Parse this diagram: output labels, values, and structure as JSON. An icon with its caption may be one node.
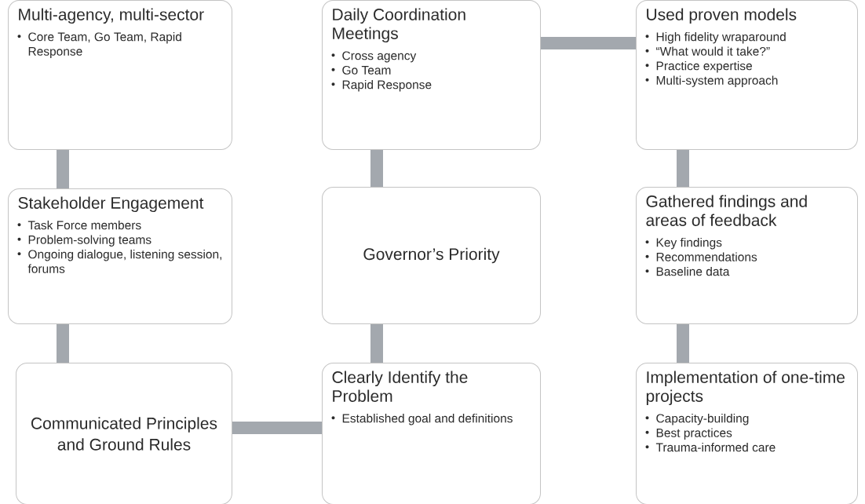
{
  "diagram": {
    "nodes": [
      {
        "text": [
          "Multi-agency, multi-sector",
          "Core Team, Go Team, Rapid Response"
        ]
      },
      {
        "text": [
          "Daily Coordination Meetings",
          "Cross agency",
          "Go Team",
          "Rapid Response"
        ]
      },
      {
        "text": [
          "Used proven models",
          "High fidelity wraparound",
          "“What would it take?”",
          "Practice expertise",
          "Multi-system approach"
        ]
      },
      {
        "text": [
          "Stakeholder Engagement",
          "Task Force members",
          "Problem-solving teams",
          "Ongoing dialogue, listening session, forums"
        ]
      },
      {
        "text": [
          "Governor’s Priority"
        ]
      },
      {
        "text": [
          "Gathered findings and areas of feedback",
          "Key findings",
          "Recommendations",
          "Baseline data"
        ]
      },
      {
        "text": [
          "Communicated Principles and Ground Rules"
        ]
      },
      {
        "text": [
          "Clearly Identify the Problem",
          "Established goal and definitions"
        ]
      },
      {
        "text": [
          "Implementation of one-time projects",
          "Capacity-building",
          "Best practices",
          "Trauma-informed care"
        ]
      }
    ],
    "edges": [
      {
        "from": 0,
        "to": 3,
        "arrow": "none"
      },
      {
        "from": 3,
        "to": 6,
        "arrow": "none"
      },
      {
        "from": 6,
        "to": 7,
        "arrow": "none"
      },
      {
        "from": 7,
        "to": 4,
        "arrow": "none"
      },
      {
        "from": 4,
        "to": 1,
        "arrow": "none"
      },
      {
        "from": 1,
        "to": 2,
        "arrow": "none"
      },
      {
        "from": 2,
        "to": 5,
        "arrow": "none"
      },
      {
        "from": 5,
        "to": 8,
        "arrow": "none"
      }
    ]
  }
}
